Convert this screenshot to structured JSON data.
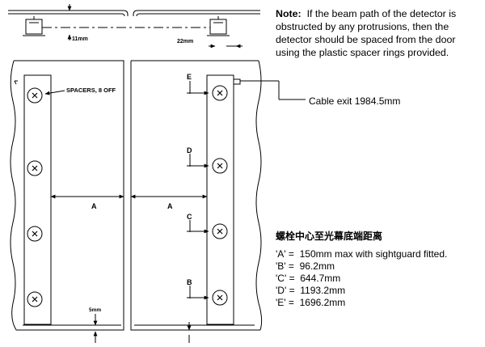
{
  "labels": {
    "gap_top": "11mm",
    "offset_side": "22mm",
    "spacers": "SPACERS, 8 OFF",
    "dim_a": "A",
    "dim_b": "B",
    "dim_c": "C",
    "dim_d": "D",
    "dim_e": "E",
    "gap_bottom": "5mm"
  },
  "note": {
    "prefix": "Note:",
    "text": "If the beam path of the detector is obstructed by any protrusions, then the detector should be spaced from the door using the plastic spacer rings provided."
  },
  "cable_exit": "Cable exit 1984.5mm",
  "chinese_heading": "螺栓中心至光幕底端距离",
  "specs": [
    "'A' =  150mm max with sightguard fitted.",
    "'B' =  96.2mm",
    "'C' =  644.7mm",
    "'D' =  1193.2mm",
    "'E' =  1696.2mm"
  ]
}
